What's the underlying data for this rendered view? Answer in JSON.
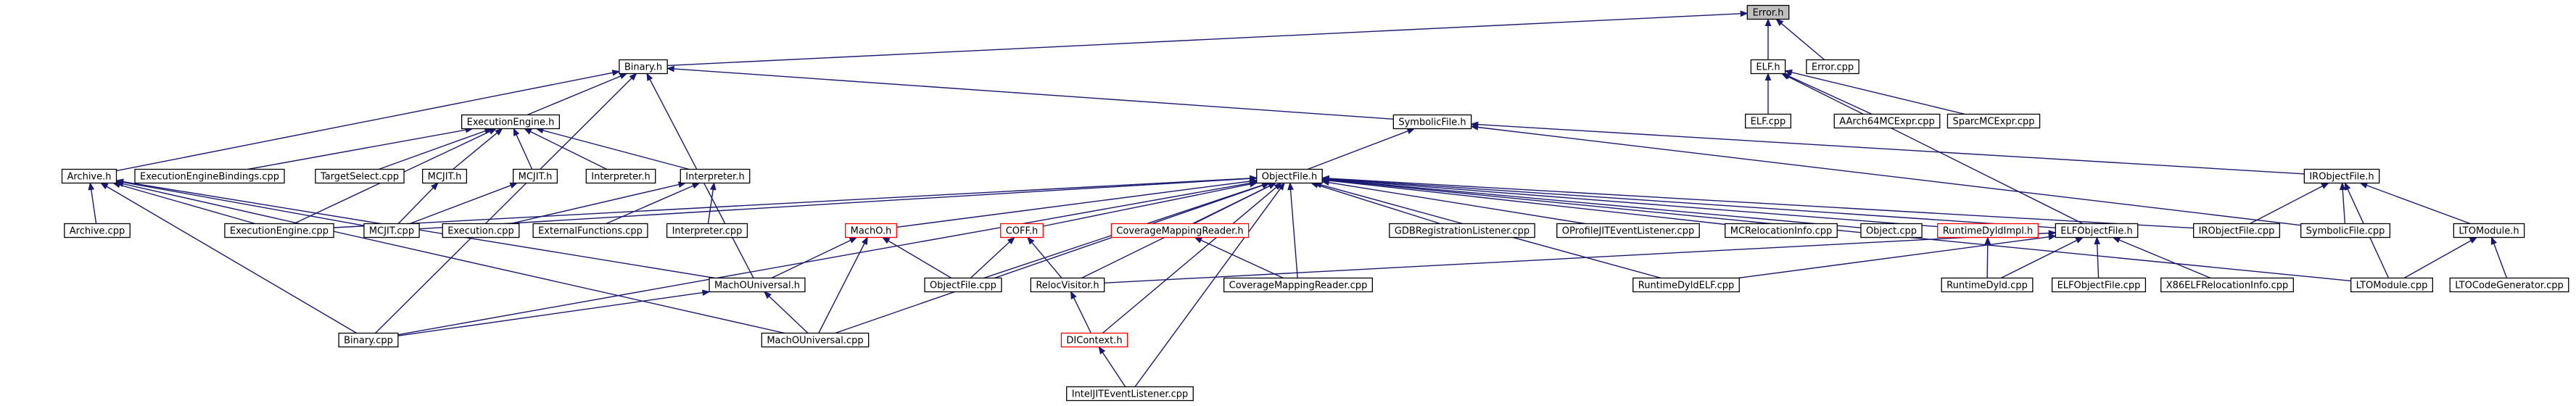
{
  "graph": {
    "root": "Error.h",
    "nodes": [
      {
        "id": "Error.h",
        "label": "Error.h",
        "kind": "root"
      },
      {
        "id": "ELF.h",
        "label": "ELF.h",
        "kind": "header"
      },
      {
        "id": "Error.cpp",
        "label": "Error.cpp",
        "kind": "file"
      },
      {
        "id": "ELF.cpp",
        "label": "ELF.cpp",
        "kind": "file"
      },
      {
        "id": "AArch64MCExpr.cpp",
        "label": "AArch64MCExpr.cpp",
        "kind": "file"
      },
      {
        "id": "SparcMCExpr.cpp",
        "label": "SparcMCExpr.cpp",
        "kind": "file"
      },
      {
        "id": "Binary.h",
        "label": "Binary.h",
        "kind": "header"
      },
      {
        "id": "ExecutionEngine.h",
        "label": "ExecutionEngine.h",
        "kind": "header"
      },
      {
        "id": "SymbolicFile.h",
        "label": "SymbolicFile.h",
        "kind": "header"
      },
      {
        "id": "IRObjectFile.h",
        "label": "IRObjectFile.h",
        "kind": "header"
      },
      {
        "id": "Archive.h",
        "label": "Archive.h",
        "kind": "header"
      },
      {
        "id": "ExecutionEngineBindings.cpp",
        "label": "ExecutionEngineBindings.cpp",
        "kind": "file"
      },
      {
        "id": "TargetSelect.cpp",
        "label": "TargetSelect.cpp",
        "kind": "file"
      },
      {
        "id": "MCJIT.h",
        "label": "MCJIT.h",
        "kind": "header"
      },
      {
        "id": "OrcMCJIT.h",
        "label": "MCJIT.h",
        "kind": "header"
      },
      {
        "id": "Interpreter.h.1",
        "label": "Interpreter.h",
        "kind": "header"
      },
      {
        "id": "Interpreter.h.2",
        "label": "Interpreter.h",
        "kind": "header"
      },
      {
        "id": "ObjectFile.h",
        "label": "ObjectFile.h",
        "kind": "header"
      },
      {
        "id": "Archive.cpp",
        "label": "Archive.cpp",
        "kind": "file"
      },
      {
        "id": "ExecutionEngine.cpp",
        "label": "ExecutionEngine.cpp",
        "kind": "file"
      },
      {
        "id": "MCJIT.cpp",
        "label": "MCJIT.cpp",
        "kind": "file"
      },
      {
        "id": "Execution.cpp",
        "label": "Execution.cpp",
        "kind": "file"
      },
      {
        "id": "ExternalFunctions.cpp",
        "label": "ExternalFunctions.cpp",
        "kind": "file"
      },
      {
        "id": "Interpreter.cpp",
        "label": "Interpreter.cpp",
        "kind": "file"
      },
      {
        "id": "MachO.h",
        "label": "MachO.h",
        "kind": "undocumented"
      },
      {
        "id": "COFF.h",
        "label": "COFF.h",
        "kind": "undocumented"
      },
      {
        "id": "CoverageMappingReader.h",
        "label": "CoverageMappingReader.h",
        "kind": "undocumented"
      },
      {
        "id": "GDBRegistrationListener.cpp",
        "label": "GDBRegistrationListener.cpp",
        "kind": "file"
      },
      {
        "id": "OProfileJITEventListener.cpp",
        "label": "OProfileJITEventListener.cpp",
        "kind": "file"
      },
      {
        "id": "MCRelocationInfo.cpp",
        "label": "MCRelocationInfo.cpp",
        "kind": "file"
      },
      {
        "id": "Object.cpp",
        "label": "Object.cpp",
        "kind": "file"
      },
      {
        "id": "RuntimeDyldImpl.h",
        "label": "RuntimeDyldImpl.h",
        "kind": "undocumented"
      },
      {
        "id": "ELFObjectFile.h",
        "label": "ELFObjectFile.h",
        "kind": "header"
      },
      {
        "id": "IRObjectFile.cpp",
        "label": "IRObjectFile.cpp",
        "kind": "file"
      },
      {
        "id": "SymbolicFile.cpp",
        "label": "SymbolicFile.cpp",
        "kind": "file"
      },
      {
        "id": "LTOModule.h",
        "label": "LTOModule.h",
        "kind": "header"
      },
      {
        "id": "MachOUniversal.h",
        "label": "MachOUniversal.h",
        "kind": "header"
      },
      {
        "id": "ObjectFile.cpp",
        "label": "ObjectFile.cpp",
        "kind": "file"
      },
      {
        "id": "RelocVisitor.h",
        "label": "RelocVisitor.h",
        "kind": "header"
      },
      {
        "id": "CoverageMappingReader.cpp",
        "label": "CoverageMappingReader.cpp",
        "kind": "file"
      },
      {
        "id": "RuntimeDyldELF.cpp",
        "label": "RuntimeDyldELF.cpp",
        "kind": "file"
      },
      {
        "id": "RuntimeDyld.cpp",
        "label": "RuntimeDyld.cpp",
        "kind": "file"
      },
      {
        "id": "ELFObjectFile.cpp",
        "label": "ELFObjectFile.cpp",
        "kind": "file"
      },
      {
        "id": "X86ELFRelocationInfo.cpp",
        "label": "X86ELFRelocationInfo.cpp",
        "kind": "file"
      },
      {
        "id": "LTOModule.cpp",
        "label": "LTOModule.cpp",
        "kind": "file"
      },
      {
        "id": "LTOCodeGenerator.cpp",
        "label": "LTOCodeGenerator.cpp",
        "kind": "file"
      },
      {
        "id": "Binary.cpp",
        "label": "Binary.cpp",
        "kind": "file"
      },
      {
        "id": "MachOUniversal.cpp",
        "label": "MachOUniversal.cpp",
        "kind": "file"
      },
      {
        "id": "DIContext.h",
        "label": "DIContext.h",
        "kind": "undocumented"
      },
      {
        "id": "IntelJITEventListener.cpp",
        "label": "IntelJITEventListener.cpp",
        "kind": "file"
      }
    ],
    "edges": [
      [
        "Error.h",
        "ELF.h"
      ],
      [
        "Error.h",
        "Error.cpp"
      ],
      [
        "Error.h",
        "Binary.h"
      ],
      [
        "ELF.h",
        "ELF.cpp"
      ],
      [
        "ELF.h",
        "AArch64MCExpr.cpp"
      ],
      [
        "ELF.h",
        "SparcMCExpr.cpp"
      ],
      [
        "ELF.h",
        "ELFObjectFile.h"
      ],
      [
        "Binary.h",
        "Archive.h"
      ],
      [
        "Binary.h",
        "ExecutionEngine.h"
      ],
      [
        "Binary.h",
        "SymbolicFile.h"
      ],
      [
        "Binary.h",
        "MachOUniversal.h"
      ],
      [
        "Binary.h",
        "Binary.cpp"
      ],
      [
        "ExecutionEngine.h",
        "ExecutionEngineBindings.cpp"
      ],
      [
        "ExecutionEngine.h",
        "TargetSelect.cpp"
      ],
      [
        "ExecutionEngine.h",
        "MCJIT.h"
      ],
      [
        "ExecutionEngine.h",
        "OrcMCJIT.h"
      ],
      [
        "ExecutionEngine.h",
        "Interpreter.h.1"
      ],
      [
        "ExecutionEngine.h",
        "Interpreter.h.2"
      ],
      [
        "ExecutionEngine.h",
        "ExecutionEngine.cpp"
      ],
      [
        "SymbolicFile.h",
        "ObjectFile.h"
      ],
      [
        "SymbolicFile.h",
        "IRObjectFile.h"
      ],
      [
        "SymbolicFile.h",
        "SymbolicFile.cpp"
      ],
      [
        "IRObjectFile.h",
        "IRObjectFile.cpp"
      ],
      [
        "IRObjectFile.h",
        "SymbolicFile.cpp"
      ],
      [
        "IRObjectFile.h",
        "LTOModule.h"
      ],
      [
        "IRObjectFile.h",
        "LTOModule.cpp"
      ],
      [
        "Archive.h",
        "Archive.cpp"
      ],
      [
        "Archive.h",
        "ExecutionEngine.cpp"
      ],
      [
        "Archive.h",
        "MCJIT.cpp"
      ],
      [
        "Archive.h",
        "Binary.cpp"
      ],
      [
        "Archive.h",
        "MachOUniversal.cpp"
      ],
      [
        "Archive.h",
        "MachOUniversal.h"
      ],
      [
        "MCJIT.h",
        "MCJIT.cpp"
      ],
      [
        "OrcMCJIT.h",
        "MCJIT.cpp"
      ],
      [
        "Interpreter.h.2",
        "Execution.cpp"
      ],
      [
        "Interpreter.h.2",
        "ExternalFunctions.cpp"
      ],
      [
        "Interpreter.h.2",
        "Interpreter.cpp"
      ],
      [
        "ObjectFile.h",
        "ExecutionEngine.cpp"
      ],
      [
        "ObjectFile.h",
        "MCJIT.cpp"
      ],
      [
        "ObjectFile.h",
        "Binary.cpp"
      ],
      [
        "ObjectFile.h",
        "MachO.h"
      ],
      [
        "ObjectFile.h",
        "COFF.h"
      ],
      [
        "ObjectFile.h",
        "CoverageMappingReader.h"
      ],
      [
        "ObjectFile.h",
        "GDBRegistrationListener.cpp"
      ],
      [
        "ObjectFile.h",
        "OProfileJITEventListener.cpp"
      ],
      [
        "ObjectFile.h",
        "MCRelocationInfo.cpp"
      ],
      [
        "ObjectFile.h",
        "Object.cpp"
      ],
      [
        "ObjectFile.h",
        "RuntimeDyldImpl.h"
      ],
      [
        "ObjectFile.h",
        "ELFObjectFile.h"
      ],
      [
        "ObjectFile.h",
        "IRObjectFile.cpp"
      ],
      [
        "ObjectFile.h",
        "LTOModule.cpp"
      ],
      [
        "ObjectFile.h",
        "ObjectFile.cpp"
      ],
      [
        "ObjectFile.h",
        "RelocVisitor.h"
      ],
      [
        "ObjectFile.h",
        "CoverageMappingReader.cpp"
      ],
      [
        "ObjectFile.h",
        "RuntimeDyldELF.cpp"
      ],
      [
        "ObjectFile.h",
        "MachOUniversal.cpp"
      ],
      [
        "ObjectFile.h",
        "DIContext.h"
      ],
      [
        "ObjectFile.h",
        "IntelJITEventListener.cpp"
      ],
      [
        "MachO.h",
        "MachOUniversal.h"
      ],
      [
        "MachO.h",
        "ObjectFile.cpp"
      ],
      [
        "MachO.h",
        "MachOUniversal.cpp"
      ],
      [
        "COFF.h",
        "ObjectFile.cpp"
      ],
      [
        "COFF.h",
        "RelocVisitor.h"
      ],
      [
        "CoverageMappingReader.h",
        "CoverageMappingReader.cpp"
      ],
      [
        "RuntimeDyldImpl.h",
        "RuntimeDyld.cpp"
      ],
      [
        "ELFObjectFile.h",
        "RelocVisitor.h"
      ],
      [
        "ELFObjectFile.h",
        "RuntimeDyldELF.cpp"
      ],
      [
        "ELFObjectFile.h",
        "RuntimeDyld.cpp"
      ],
      [
        "ELFObjectFile.h",
        "ELFObjectFile.cpp"
      ],
      [
        "ELFObjectFile.h",
        "X86ELFRelocationInfo.cpp"
      ],
      [
        "LTOModule.h",
        "LTOModule.cpp"
      ],
      [
        "LTOModule.h",
        "LTOCodeGenerator.cpp"
      ],
      [
        "MachOUniversal.h",
        "Binary.cpp"
      ],
      [
        "MachOUniversal.h",
        "MachOUniversal.cpp"
      ],
      [
        "RelocVisitor.h",
        "DIContext.h"
      ],
      [
        "DIContext.h",
        "IntelJITEventListener.cpp"
      ]
    ]
  },
  "style": {
    "edge_color": "#191970",
    "root_fill": "#bfbfbf",
    "undocumented_border": "#ff0000"
  }
}
